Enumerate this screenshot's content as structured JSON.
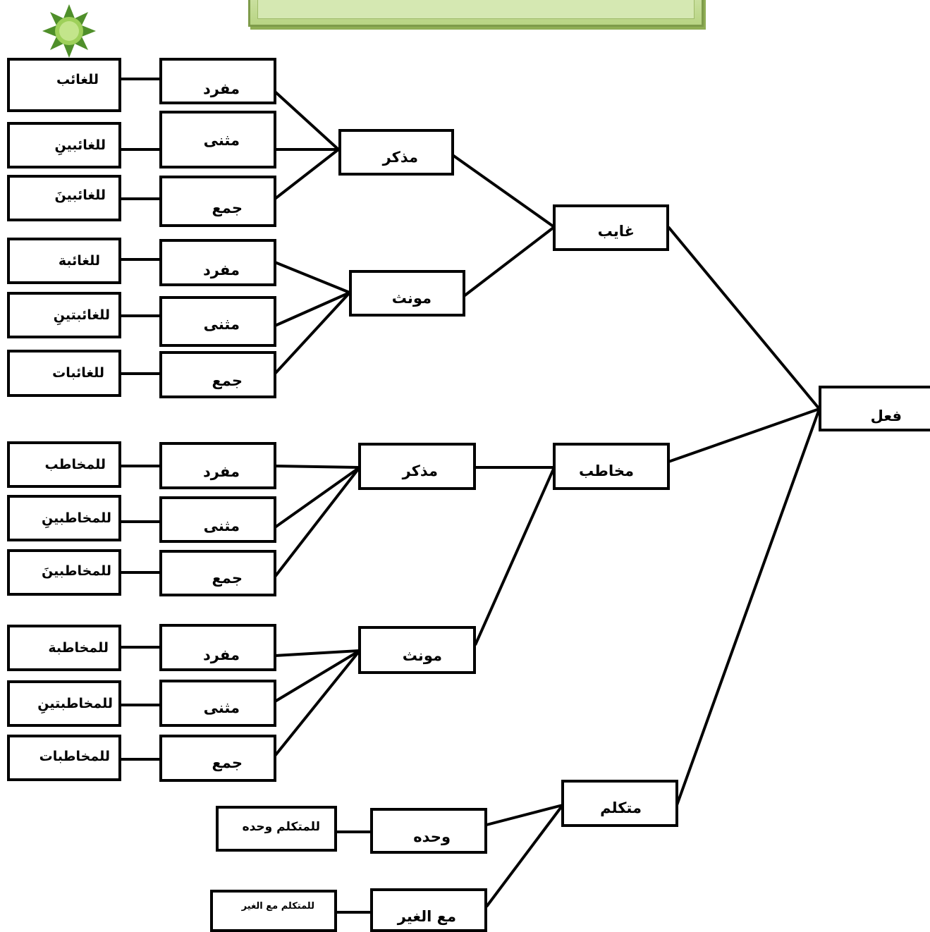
{
  "title": "",
  "nodes": {
    "root": "فعل",
    "ghayib": "غايب",
    "mukhatab": "مخاطب",
    "mutakallim": "متكلم",
    "g_mudhakkar": "مذكر",
    "g_muannath": "مونث",
    "m_mudhakkar": "مذكر",
    "m_muannath": "مونث",
    "gm_mufrad": "مفرد",
    "gm_muthanna": "مثنى",
    "gm_jam": "جمع",
    "gf_mufrad": "مفرد",
    "gf_muthanna": "مثنى",
    "gf_jam": "جمع",
    "mm_mufrad": "مفرد",
    "mm_muthanna": "مثنى",
    "mm_jam": "جمع",
    "mf_mufrad": "مفرد",
    "mf_muthanna": "مثنى",
    "mf_jam": "جمع",
    "wahdah": "وحده",
    "ma_alghayr": "مع الغير"
  },
  "leaves": {
    "gm_mufrad": "للغائب",
    "gm_muthanna": "للغائبينِ",
    "gm_jam": "للغائبينَ",
    "gf_mufrad": "للغائبة",
    "gf_muthanna": "للغائبتينِ",
    "gf_jam": "للغائبات",
    "mm_mufrad": "للمخاطب",
    "mm_muthanna": "للمخاطبينِ",
    "mm_jam": "للمخاطبينَ",
    "mf_mufrad": "للمخاطبة",
    "mf_muthanna": "للمخاطبتينِ",
    "mf_jam": "للمخاطبات",
    "wahdah": "للمتكلم وحده",
    "ma_alghayr": "للمتكلم مع الغير"
  },
  "colors": {
    "banner": "#cfe3a8",
    "star": "#8cc63f",
    "line": "#000000"
  },
  "icons": {
    "decoration": "star-burst-icon"
  }
}
